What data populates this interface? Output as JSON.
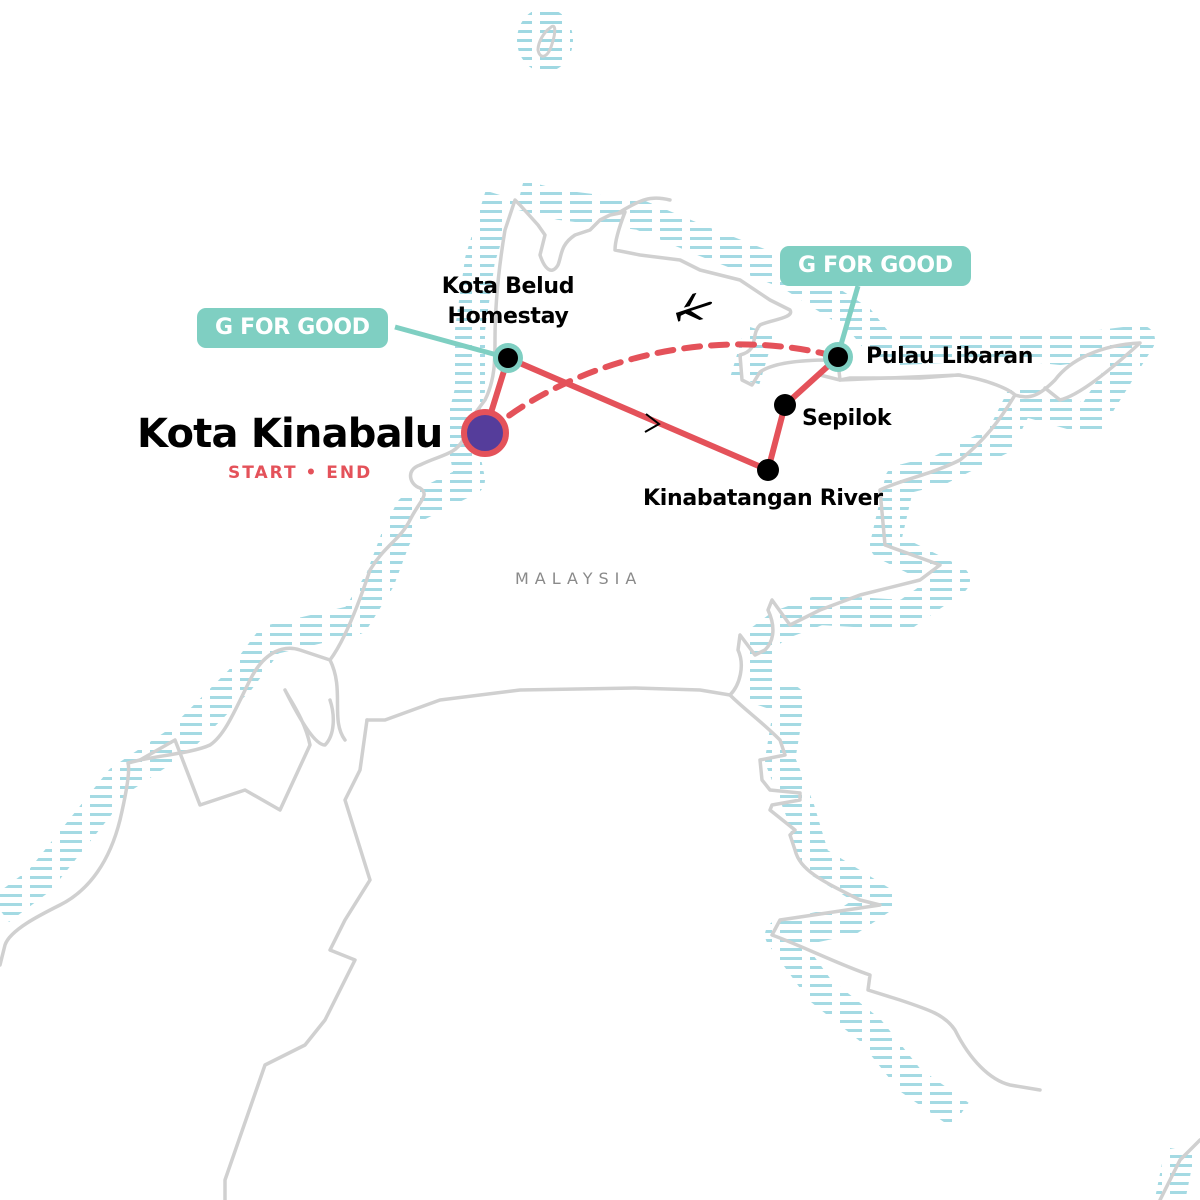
{
  "map": {
    "country_label": "MALAYSIA",
    "colors": {
      "route": "#e4525a",
      "start_fill": "#553d9b",
      "badge": "#7fcfc2",
      "land_outline": "#d0d0d0",
      "water_hatch": "#9fd8e2",
      "stop": "#000000"
    },
    "start_end": {
      "name": "Kota Kinabalu",
      "tag": "START • END"
    },
    "stops": [
      {
        "name_line1": "Kota Belud",
        "name_line2": "Homestay",
        "g_for_good": true
      },
      {
        "name": "Kinabatangan River",
        "g_for_good": false
      },
      {
        "name": "Sepilok",
        "g_for_good": false
      },
      {
        "name": "Pulau Libaran",
        "g_for_good": true
      }
    ],
    "badges": [
      {
        "label": "G FOR GOOD",
        "for": "Kota Belud Homestay"
      },
      {
        "label": "G FOR GOOD",
        "for": "Pulau Libaran"
      }
    ],
    "icons": {
      "flight": "plane-icon",
      "direction": "direction-arrow-icon"
    }
  }
}
